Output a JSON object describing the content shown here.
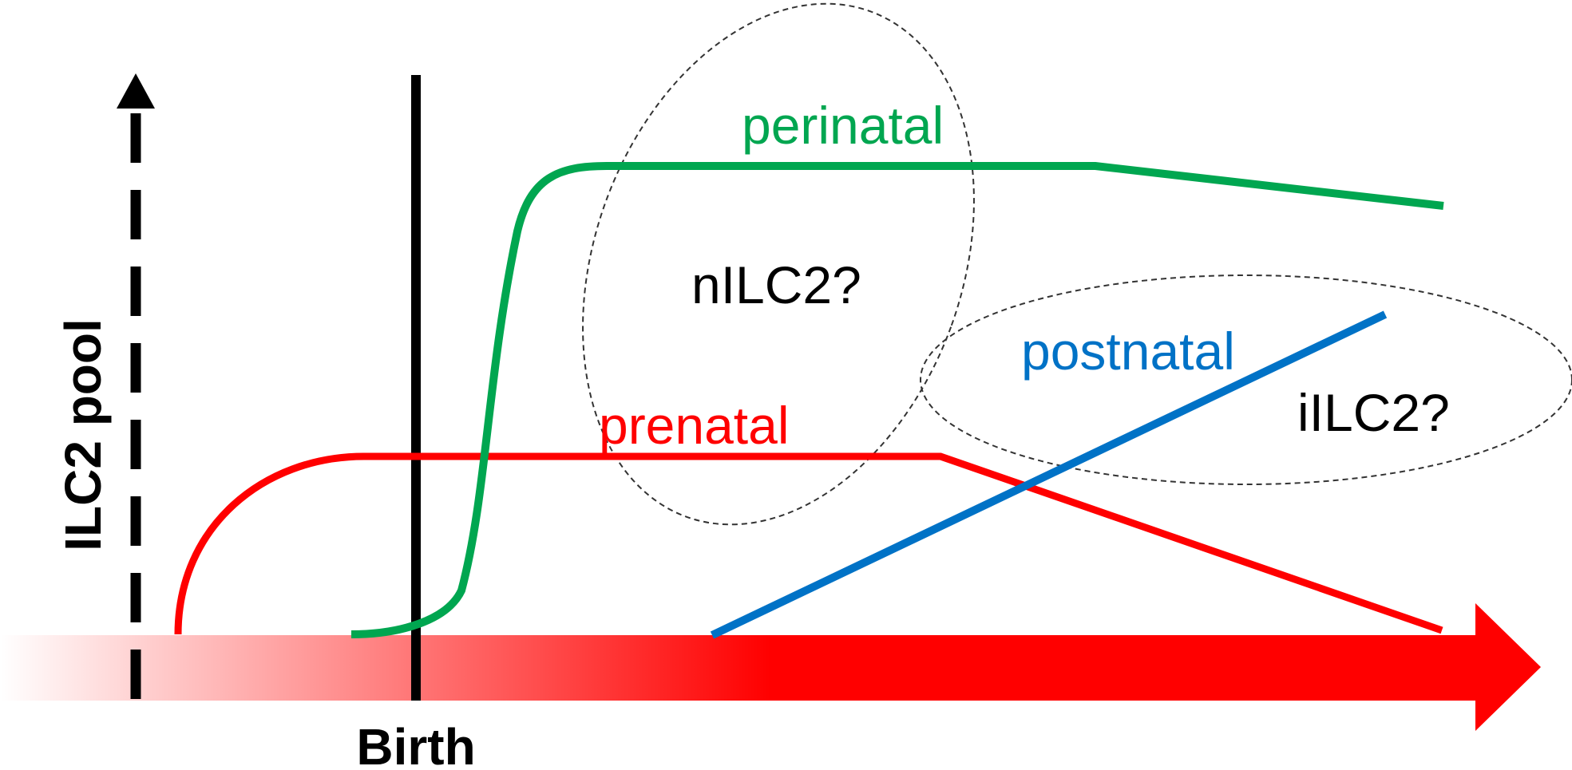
{
  "y_axis_label": "ILC2 pool",
  "x_axis_label": "Birth",
  "curves": {
    "perinatal": "perinatal",
    "prenatal": "prenatal",
    "postnatal": "postnatal"
  },
  "groups": {
    "nILC2": "nILC2?",
    "iILC2": "iILC2?"
  },
  "colors": {
    "perinatal": "#00a650",
    "prenatal": "#ff0000",
    "postnatal": "#0072c6",
    "axis": "#000000",
    "time_arrow": "#ff0000",
    "outline": "#333333"
  }
}
